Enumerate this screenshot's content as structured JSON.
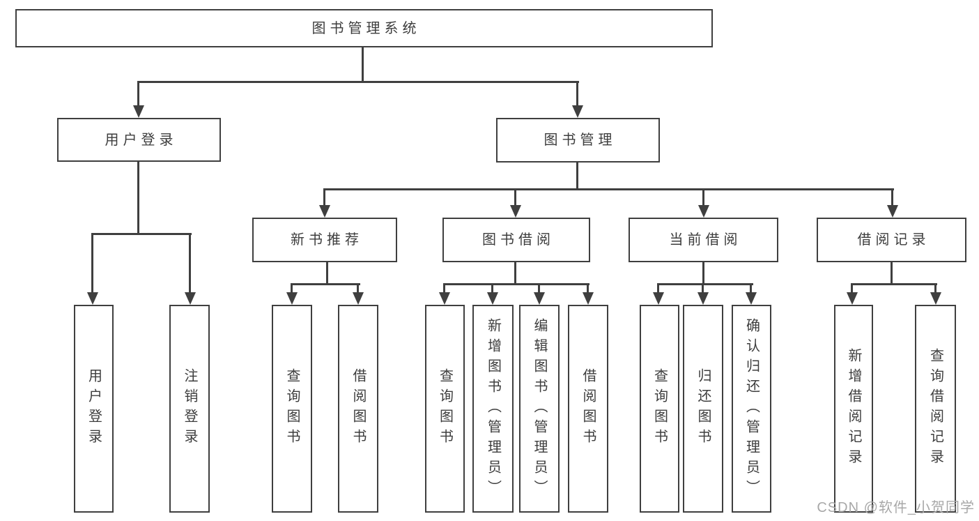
{
  "colors": {
    "line": "#3f3f3f",
    "text": "#3d3d3d",
    "watermark_text": "#a8a8a8",
    "background": "#ffffff"
  },
  "tree": {
    "root": "图书管理系统",
    "login": {
      "label": "用户登录",
      "leaves": [
        "用户登录",
        "注销登录"
      ]
    },
    "management": {
      "label": "图书管理",
      "sections": [
        {
          "label": "新书推荐",
          "leaves": [
            "查询图书",
            "借阅图书"
          ]
        },
        {
          "label": "图书借阅",
          "leaves": [
            "查询图书",
            "新增图书（管理员）",
            "编辑图书（管理员）",
            "借阅图书"
          ]
        },
        {
          "label": "当前借阅",
          "leaves": [
            "查询图书",
            "归还图书",
            "确认归还（管理员）"
          ]
        },
        {
          "label": "借阅记录",
          "leaves": [
            "新增借阅记录",
            "查询借阅记录"
          ]
        }
      ]
    }
  },
  "watermark": "CSDN @软件_小贺同学"
}
